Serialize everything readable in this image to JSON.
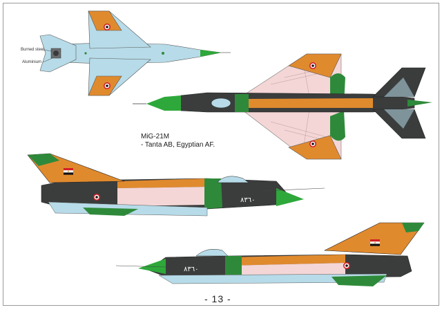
{
  "legend": {
    "burned_steel": "Burned steel",
    "aluminium": "Aluminium"
  },
  "caption": {
    "line1": "MiG-21M",
    "line2": "- Tanta AB, Egyptian  AF."
  },
  "aircraft_serial": "٨٣٦٠",
  "page_number": "- 13 -",
  "colors": {
    "underside_light_blue": "#b7dbe8",
    "sand": "#e08a2e",
    "dark_grey": "#3b3d3d",
    "green": "#2e8a3a",
    "pink": "#f4d6d6",
    "nose_green": "#2ea83a",
    "roundel_red": "#d21f26",
    "border_grey": "#9a9a9a"
  },
  "icons": {
    "roundel": "egyptian-roundel-icon",
    "fin_flag": "egyptian-flag-icon"
  }
}
